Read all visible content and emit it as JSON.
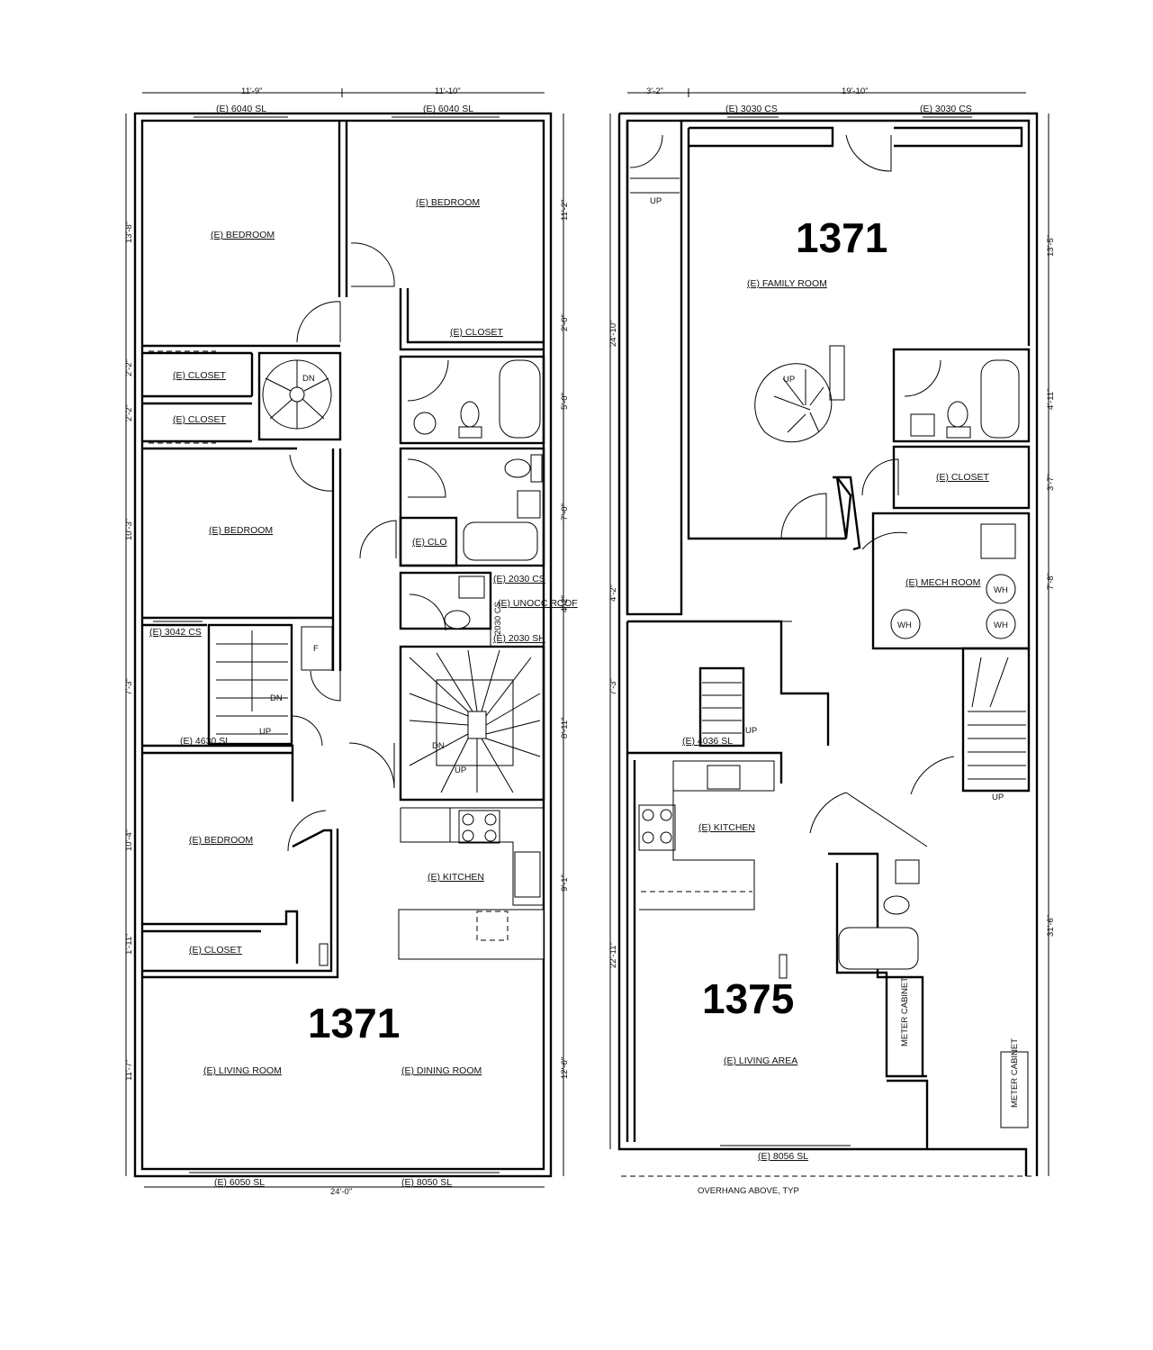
{
  "units": {
    "left": "1371",
    "right_top": "1371",
    "right_bottom": "1375"
  },
  "left_plan": {
    "rooms": {
      "bedroom_top_left": "(E) BEDROOM",
      "bedroom_top_right": "(E) BEDROOM",
      "closet_top_right": "(E) CLOSET",
      "closet_1": "(E) CLOSET",
      "closet_2": "(E) CLOSET",
      "bedroom_mid": "(E) BEDROOM",
      "clo": "(E) CLO",
      "unocc_roof": "(E) UNOCC ROOF",
      "kitchen": "(E) KITCHEN",
      "bedroom_lower": "(E) BEDROOM",
      "closet_lower": "(E) CLOSET",
      "living_room": "(E) LIVING ROOM",
      "dining_room": "(E) DINING ROOM"
    },
    "windows": {
      "top_left": "(E) 6040 SL",
      "top_right": "(E) 6040 SL",
      "w3042": "(E) 3042 CS",
      "w4630": "(E) 4630 SL",
      "w2030cs": "(E) 2030 CS",
      "w2030cs_v": "2030 CS",
      "w2030sh": "(E) 2030 SH",
      "bottom_left": "(E) 6050 SL",
      "bottom_right": "(E) 8050 SL"
    },
    "dims": {
      "top_a": "11'-9\"",
      "top_b": "11'-10\"",
      "bottom": "24'-0\"",
      "left": [
        "13'-8\"",
        "2'-2\"",
        "2'-2\"",
        "10'-3\"",
        "7'-3\"",
        "10'-4\"",
        "1'-11\"",
        "11'-7\""
      ],
      "right": [
        "11'-2\"",
        "2'-0\"",
        "5'-0\"",
        "7'-0\"",
        "4'-2\"",
        "8'-11\"",
        "9'-1\"",
        "12'-6\""
      ]
    },
    "stair": {
      "dn": "DN",
      "up": "UP",
      "dn2": "DN",
      "up2": "UP",
      "dn3": "DN",
      "up3": "UP",
      "fridge": "F"
    }
  },
  "right_plan": {
    "rooms": {
      "family_room": "(E) FAMILY ROOM",
      "closet": "(E) CLOSET",
      "mech_room": "(E) MECH ROOM",
      "kitchen": "(E) KITCHEN",
      "living_area": "(E) LIVING AREA",
      "meter_cabinet_1": "METER CABINET",
      "meter_cabinet_2": "METER CABINET"
    },
    "windows": {
      "top_left": "(E) 3030 CS",
      "top_right": "(E) 3030 CS",
      "w4036": "(E) 4036 SL",
      "bottom": "(E) 8056 SL"
    },
    "notes": {
      "overhang": "OVERHANG ABOVE, TYP"
    },
    "wh": [
      "WH",
      "WH",
      "WH"
    ],
    "dims": {
      "top_a": "3'-2\"",
      "top_b": "19'-10\"",
      "left": [
        "24'-10\"",
        "4'-2\"",
        "7'-3\"",
        "22'-11\""
      ],
      "right": [
        "13'-5\"",
        "4'-11\"",
        "3'-7\"",
        "7'-8\"",
        "31'-6\""
      ]
    },
    "stair": {
      "up": "UP",
      "up2": "UP",
      "up3": "UP"
    }
  }
}
